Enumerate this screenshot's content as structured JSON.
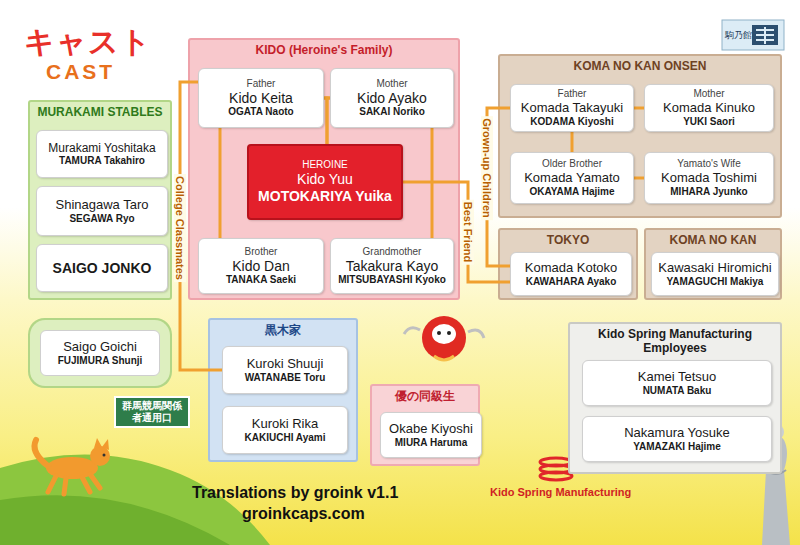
{
  "diagram": {
    "title": "キャスト",
    "nodes": [
      {
        "text": [
          "KIDO (Heroine's Family)"
        ]
      },
      {
        "text": [
          "Father",
          "Kido Keita",
          "OGATA Naoto"
        ],
        "in": 0
      },
      {
        "text": [
          "Mother",
          "Kido Ayako",
          "SAKAI Noriko"
        ],
        "in": 0
      },
      {
        "text": [
          "HEROINE",
          "Kido Yuu",
          "MOTOKARIYA Yuika"
        ],
        "in": 0
      },
      {
        "text": [
          "Brother",
          "Kido Dan",
          "TANAKA Saeki"
        ],
        "in": 0
      },
      {
        "text": [
          "Grandmother",
          "Takakura Kayo",
          "MITSUBAYASHI Kyoko"
        ],
        "in": 0
      },
      {
        "text": [
          "MURAKAMI STABLES"
        ]
      },
      {
        "text": [
          "Murakami Yoshitaka",
          "TAMURA Takahiro"
        ],
        "in": 6
      },
      {
        "text": [
          "Shinagawa Taro",
          "SEGAWA Ryo"
        ],
        "in": 6
      },
      {
        "text": [
          "SAIGO JONKO"
        ],
        "in": 6
      },
      {
        "text": [
          "Saigo Goichi",
          "FUJIMURA Shunji"
        ]
      },
      {
        "text": [
          "KOMA NO KAN ONSEN"
        ]
      },
      {
        "text": [
          "Father",
          "Komada Takayuki",
          "KODAMA Kiyoshi"
        ],
        "in": 11
      },
      {
        "text": [
          "Mother",
          "Komada Kinuko",
          "YUKI Saori"
        ],
        "in": 11
      },
      {
        "text": [
          "Older Brother",
          "Komada Yamato",
          "OKAYAMA Hajime"
        ],
        "in": 11
      },
      {
        "text": [
          "Yamato's Wife",
          "Komada Toshimi",
          "MIHARA Jyunko"
        ],
        "in": 11
      },
      {
        "text": [
          "TOKYO"
        ]
      },
      {
        "text": [
          "Komada Kotoko",
          "KAWAHARA Ayako"
        ],
        "in": 16
      },
      {
        "text": [
          "KOMA NO KAN"
        ]
      },
      {
        "text": [
          "Kawasaki Hiromichi",
          "YAMAGUCHI Makiya"
        ],
        "in": 18
      },
      {
        "text": [
          "黒木家"
        ]
      },
      {
        "text": [
          "Kuroki Shuuji",
          "WATANABE Toru"
        ],
        "in": 20
      },
      {
        "text": [
          "Kuroki Rika",
          "KAKIUCHI Ayami"
        ],
        "in": 20
      },
      {
        "text": [
          "優の同級生"
        ]
      },
      {
        "text": [
          "Okabe Kiyoshi",
          "MIURA Haruma"
        ],
        "in": 23
      },
      {
        "text": [
          "Kido Spring Manufacturing Employees"
        ]
      },
      {
        "text": [
          "Kamei Tetsuo",
          "NUMATA Baku"
        ],
        "in": 25
      },
      {
        "text": [
          "Nakamura Yosuke",
          "YAMAZAKI Hajime"
        ],
        "in": 25
      }
    ],
    "edges": [
      {
        "from": 1,
        "to": 2,
        "arrow": "none"
      },
      {
        "from": 1,
        "to": 3,
        "arrow": "none"
      },
      {
        "from": 2,
        "to": 3,
        "arrow": "none"
      },
      {
        "from": 1,
        "to": 4,
        "arrow": "none"
      },
      {
        "from": 2,
        "to": 5,
        "arrow": "none"
      },
      {
        "from": 1,
        "to": 21,
        "label": "College Classmates",
        "arrow": "none"
      },
      {
        "from": 3,
        "to": 17,
        "label": "Best Friend",
        "arrow": "none"
      },
      {
        "from": 12,
        "to": 17,
        "label": "Grown-up Children",
        "arrow": "none"
      },
      {
        "from": 12,
        "to": 13,
        "arrow": "none"
      },
      {
        "from": 12,
        "to": 14,
        "arrow": "none"
      },
      {
        "from": 14,
        "to": 15,
        "arrow": "none"
      }
    ],
    "labels": [
      "CAST",
      "駒乃館",
      "群馬競馬関係者通用口",
      "Translations by groink v1.1",
      "groinkcaps.com",
      "Kido Spring Manufacturing"
    ]
  }
}
